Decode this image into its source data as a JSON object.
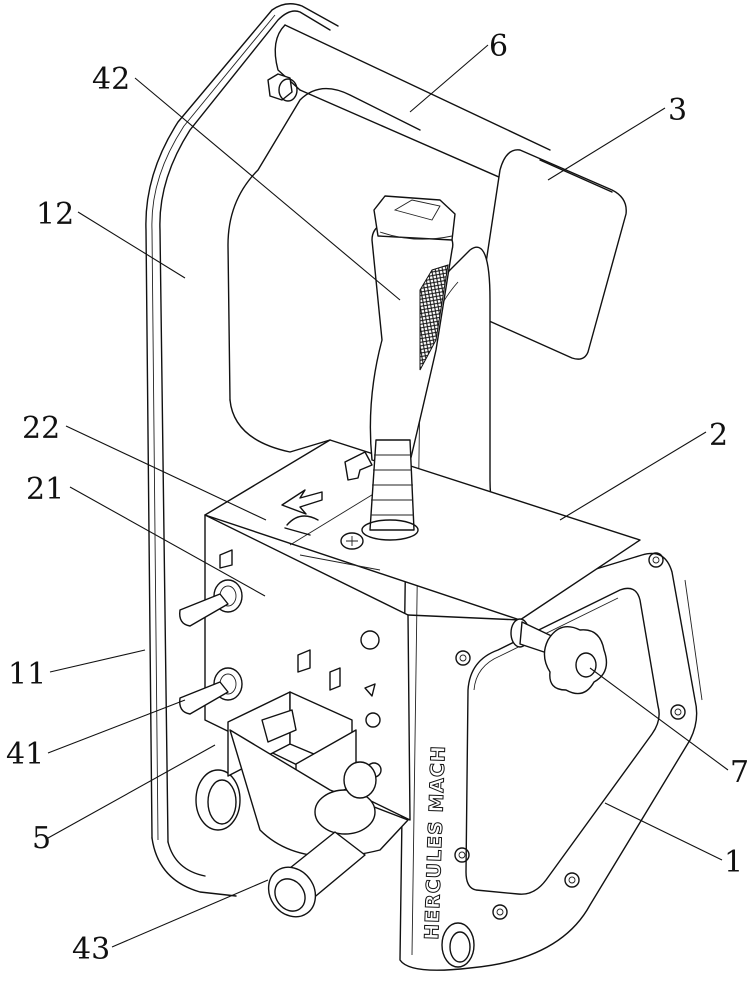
{
  "figure": {
    "type": "patent line drawing",
    "subject": "handheld control box with joystick, toggle switches and emergency stop",
    "engraving_text": "HERCULES MACH",
    "line_color": "#111111",
    "background_color": "#ffffff"
  },
  "callouts": [
    {
      "id": "6",
      "label": "6",
      "part": "handle bar"
    },
    {
      "id": "42",
      "label": "42",
      "part": "joystick"
    },
    {
      "id": "3",
      "label": "3",
      "part": "handle cover"
    },
    {
      "id": "12",
      "label": "12",
      "part": "left side frame upper"
    },
    {
      "id": "22",
      "label": "22",
      "part": "control box top panel"
    },
    {
      "id": "2",
      "label": "2",
      "part": "control box"
    },
    {
      "id": "21",
      "label": "21",
      "part": "control box front panel"
    },
    {
      "id": "11",
      "label": "11",
      "part": "left side frame"
    },
    {
      "id": "41",
      "label": "41",
      "part": "toggle switch"
    },
    {
      "id": "7",
      "label": "7",
      "part": "knob screw"
    },
    {
      "id": "5",
      "label": "5",
      "part": "switch guard"
    },
    {
      "id": "1",
      "label": "1",
      "part": "right side frame"
    },
    {
      "id": "43",
      "label": "43",
      "part": "emergency stop button"
    }
  ]
}
